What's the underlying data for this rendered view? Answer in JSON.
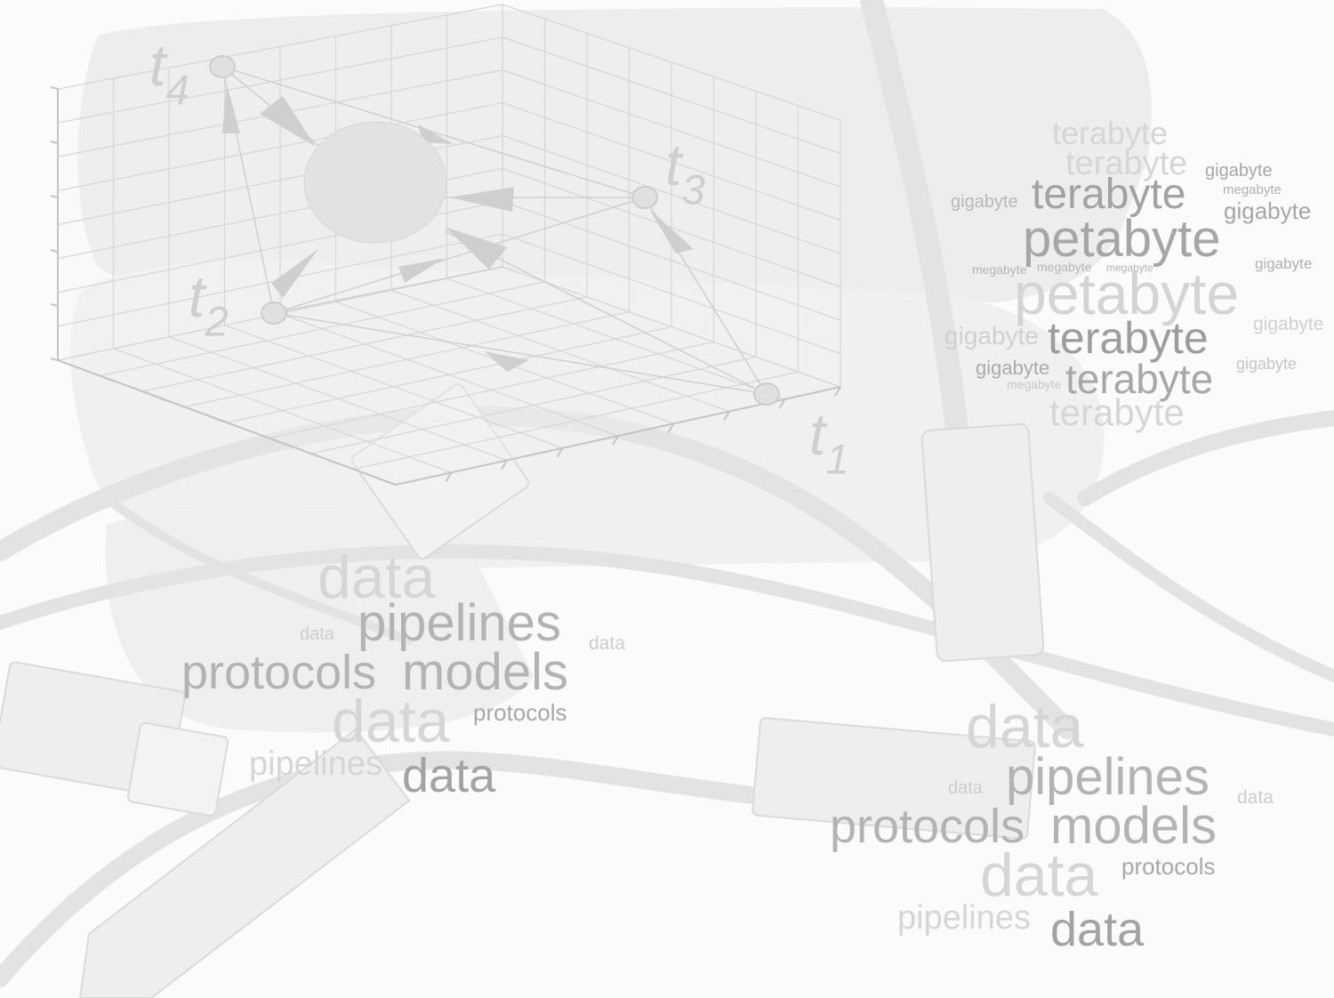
{
  "palette": {
    "background": "#fbfbfb",
    "photo_shape": "#ececec",
    "photo_light": "#f6f6f6",
    "grid_line": "#d6d6d6",
    "word_dark": "#9b9b9b",
    "word_mid": "#b3b3b3",
    "word_light": "#cfcfcf"
  },
  "graph3d": {
    "nodes": [
      {
        "id": "t4",
        "base": "t",
        "sub": "4"
      },
      {
        "id": "t3",
        "base": "t",
        "sub": "3"
      },
      {
        "id": "t2",
        "base": "t",
        "sub": "2"
      },
      {
        "id": "t1",
        "base": "t",
        "sub": "1"
      }
    ],
    "center": "sphere"
  },
  "storage_cloud": [
    "terabyte",
    "terabyte",
    "gigabyte",
    "gigabyte",
    "terabyte",
    "megabyte",
    "gigabyte",
    "petabyte",
    "megabyte",
    "megabyte",
    "megabyte",
    "gigabyte",
    "petabyte",
    "gigabyte",
    "terabyte",
    "gigabyte",
    "gigabyte",
    "terabyte",
    "gigabyte",
    "megabyte",
    "terabyte"
  ],
  "data_cloud_left": [
    "data",
    "data",
    "pipelines",
    "data",
    "protocols",
    "models",
    "data",
    "protocols",
    "pipelines",
    "data"
  ],
  "data_cloud_right": [
    "data",
    "data",
    "pipelines",
    "data",
    "protocols",
    "models",
    "data",
    "protocols",
    "pipelines",
    "data"
  ]
}
